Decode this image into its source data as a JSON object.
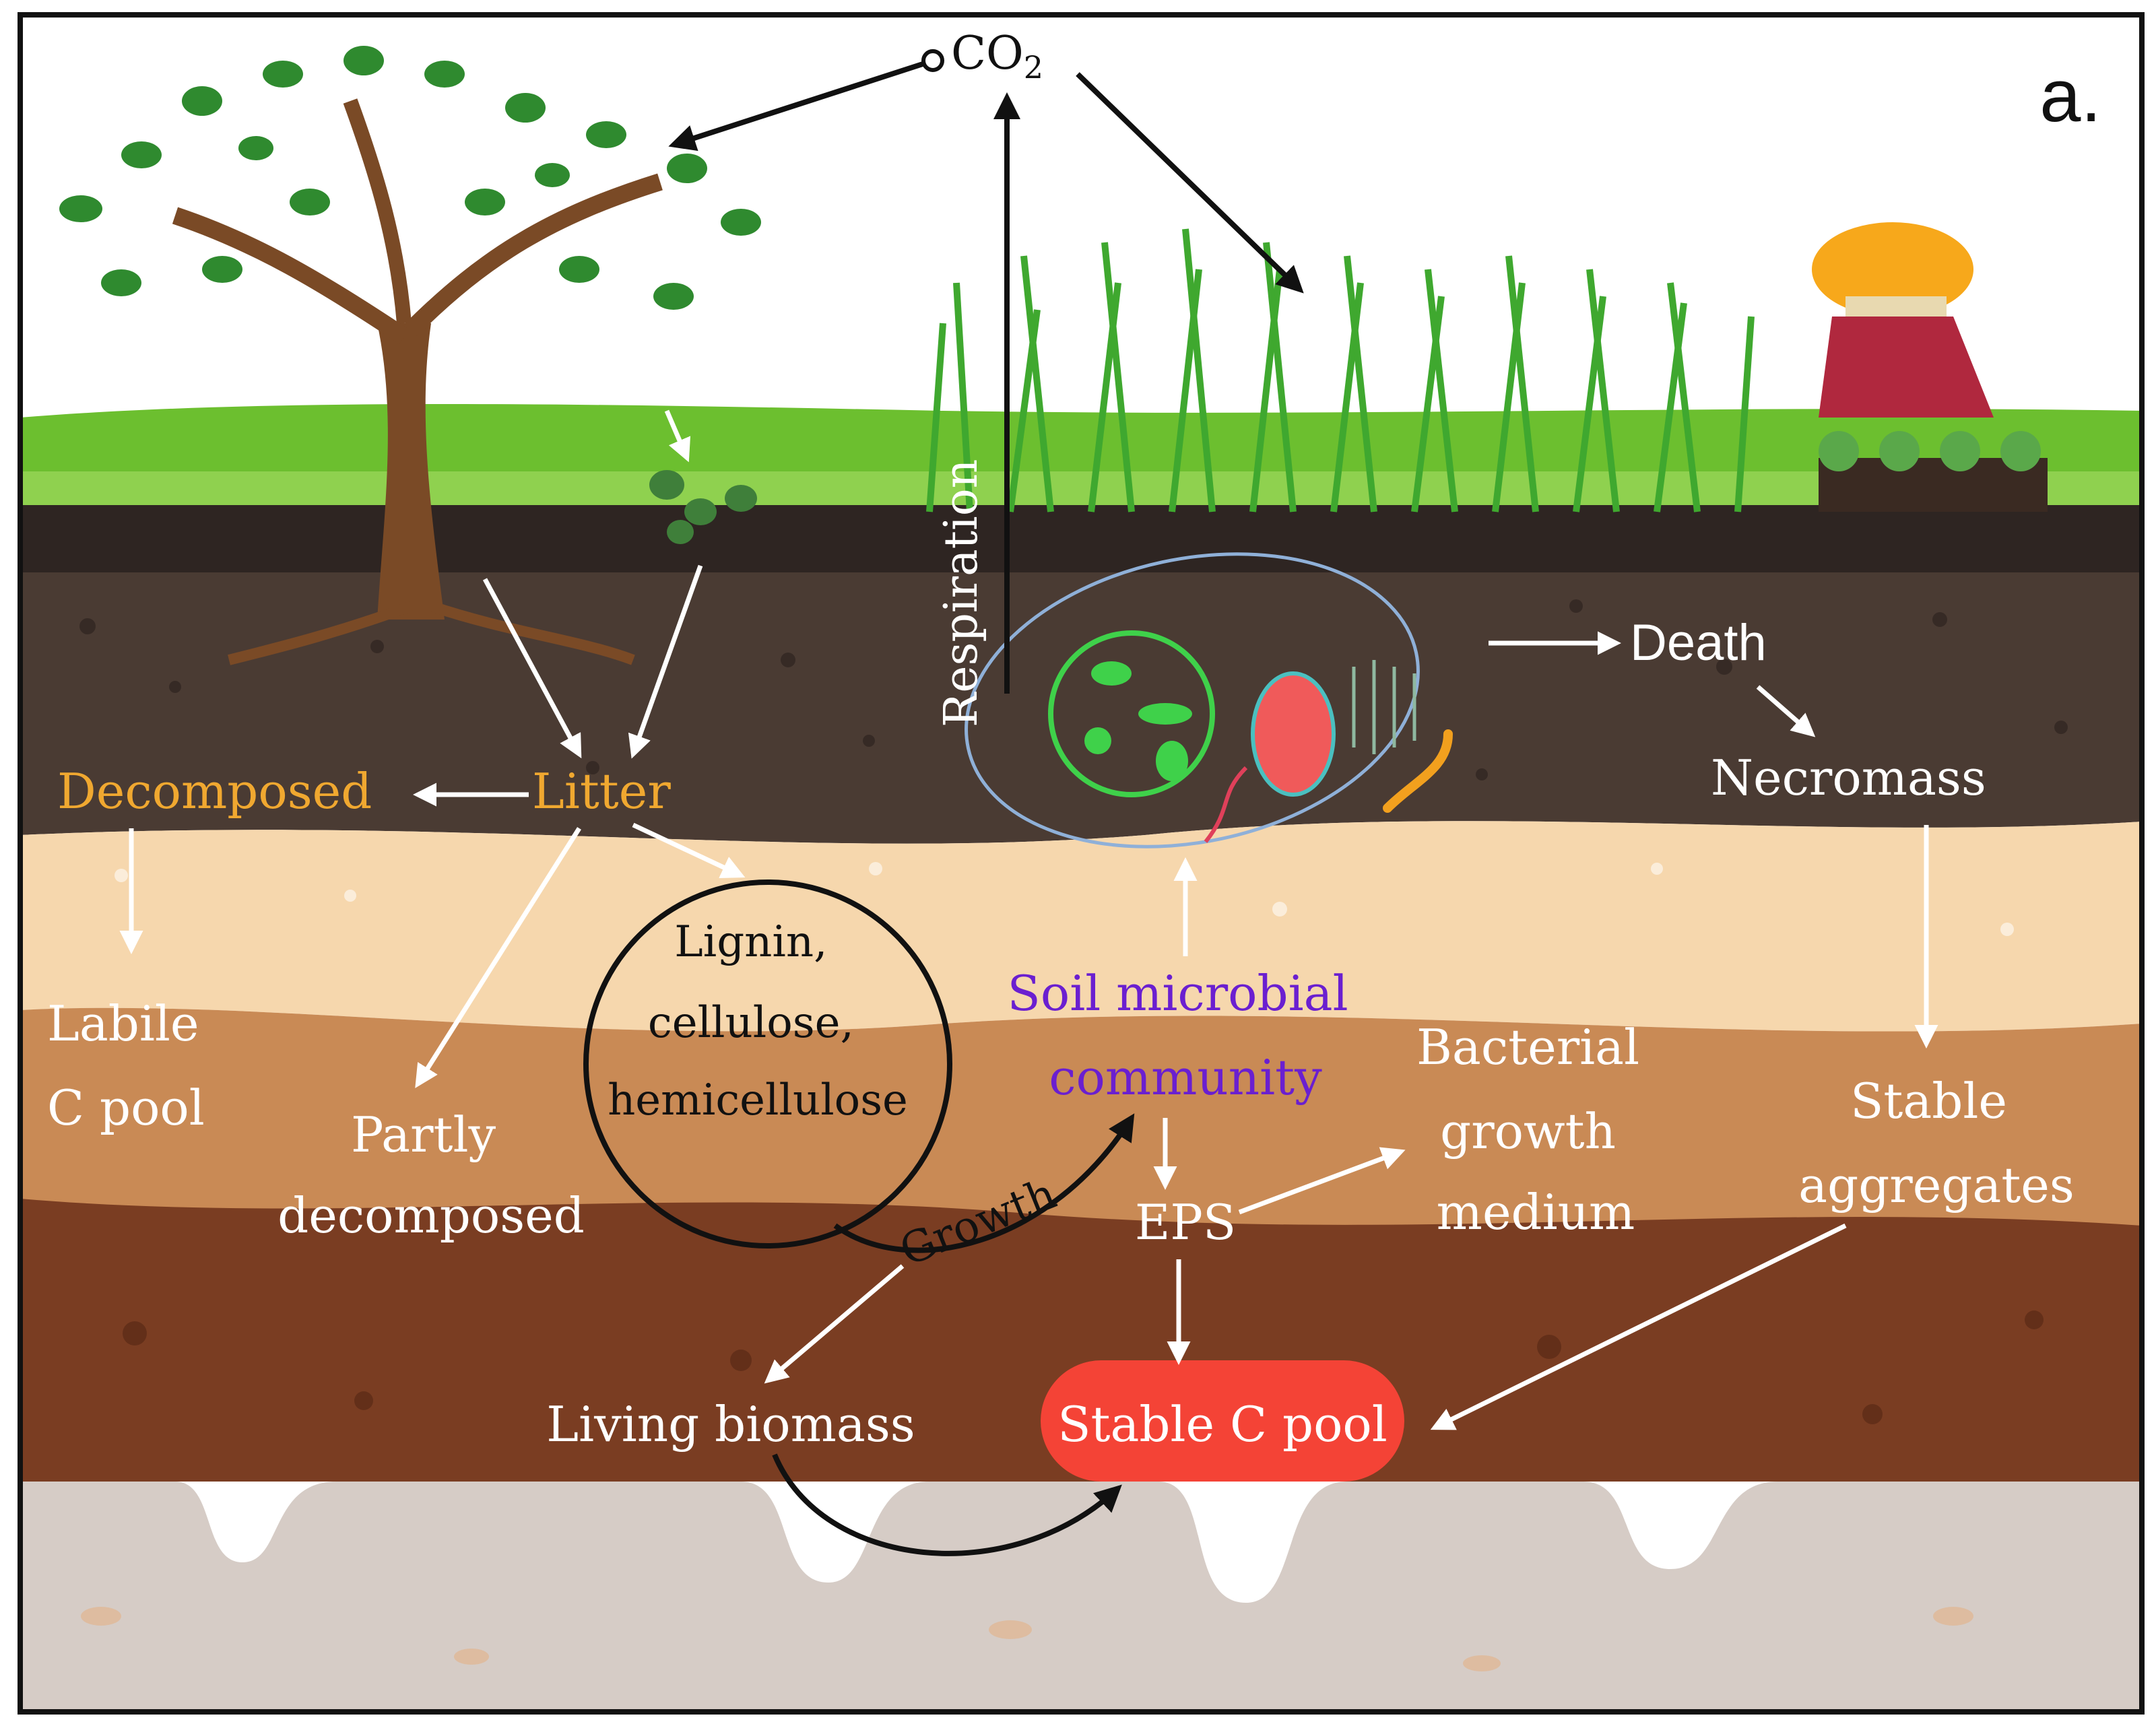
{
  "panel_letter": "a.",
  "labels": {
    "co2": "CO",
    "co2_sub": "2",
    "respiration": "Respiration",
    "death": "Death",
    "necromass": "Necromass",
    "decomposed": "Decomposed",
    "litter": "Litter",
    "labile_1": "Labile",
    "labile_2": "C pool",
    "partly_1": "Partly",
    "partly_2": "decomposed",
    "lignin_1": "Lignin,",
    "lignin_2": "cellulose,",
    "lignin_3": "hemicellulose",
    "soil_microbial_1": "Soil microbial",
    "soil_microbial_2": "community",
    "bacterial_1": "Bacterial",
    "bacterial_2": "growth",
    "bacterial_3": "medium",
    "stable_agg_1": "Stable",
    "stable_agg_2": "aggregates",
    "growth": "Growth",
    "eps": "EPS",
    "living_biomass": "Living biomass",
    "stable_c_pool": "Stable C pool"
  },
  "colors": {
    "sky": "#ffffff",
    "grass_light": "#8fd14f",
    "grass_mid": "#6cbf2f",
    "topsoil_dark": "#2e2522",
    "soil_dark": "#4a3b33",
    "soil_sand": "#f6d7ad",
    "soil_tan": "#c98a55",
    "soil_brown": "#a9663b",
    "soil_red_brown": "#7a3d22",
    "bedrock": "#d6ccc6",
    "litter_text": "#f0a830",
    "microbe_text": "#6a1fd0",
    "stable_pool_fill": "#f44336",
    "arrow_white": "#ffffff",
    "arrow_black": "#111111"
  }
}
